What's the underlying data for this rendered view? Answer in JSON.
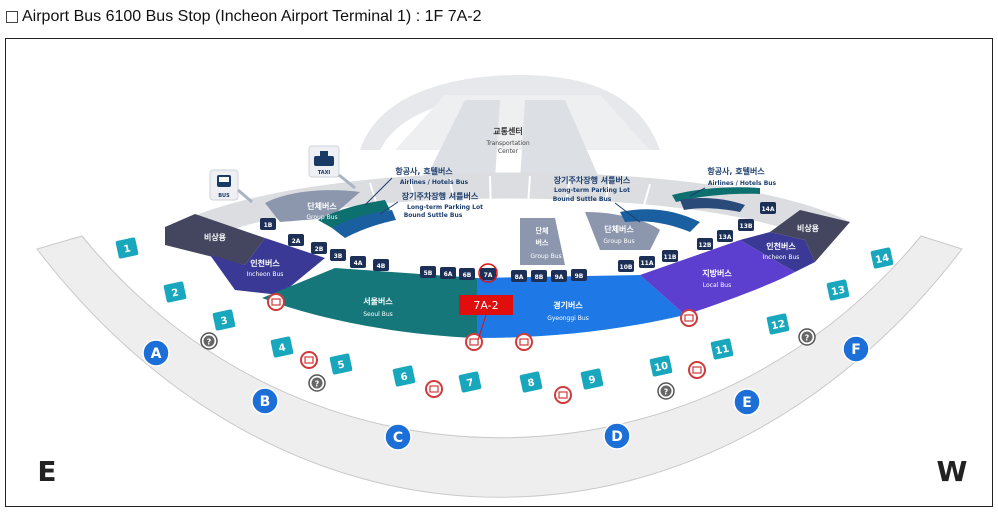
{
  "header": {
    "title": "Airport Bus 6100 Bus Stop (Incheon Airport Terminal 1) : 1F 7A-2"
  },
  "compass": {
    "left": "E",
    "right": "W"
  },
  "transport_center": {
    "ko": "교통센터",
    "en1": "Transportation",
    "en2": "Center"
  },
  "icons": {
    "bus_label": "BUS",
    "taxi_label": "TAXI"
  },
  "zones": {
    "emergency_left": "비상용",
    "emergency_right": "비상용",
    "incheon_left_ko": "인천버스",
    "incheon_left_en": "Incheon Bus",
    "incheon_right_ko": "인천버스",
    "incheon_right_en": "Incheon Bus",
    "seoul_ko": "서울버스",
    "seoul_en": "Seoul Bus",
    "gyeonggi_ko": "경기버스",
    "gyeonggi_en": "Gyeonggi Bus",
    "local_ko": "지방버스",
    "local_en": "Local Bus",
    "group_left_ko": "단체버스",
    "group_left_en": "Group Bus",
    "group_mid_ko1": "단체",
    "group_mid_ko2": "버스",
    "group_mid_en": "Group Bus",
    "group_right_ko": "단체버스",
    "group_right_en": "Group Bus"
  },
  "callouts": {
    "airline_left_ko": "항공사, 호텔버스",
    "airline_left_en": "Airlines / Hotels Bus",
    "parking_left_ko": "장기주차장행 셔틀버스",
    "parking_left_en1": "Long-term Parking Lot",
    "parking_left_en2": "Bound Suttle Bus",
    "parking_right_ko": "장기주차장행 셔틀버스",
    "parking_right_en1": "Long-term Parking Lot",
    "parking_right_en2": "Bound Suttle Bus",
    "airline_right_ko": "항공사, 호텔버스",
    "airline_right_en": "Airlines / Hotels Bus"
  },
  "stops": [
    "1B",
    "2A",
    "2B",
    "3B",
    "4A",
    "4B",
    "5B",
    "6A",
    "6B",
    "7A",
    "8A",
    "8B",
    "9A",
    "9B",
    "10B",
    "11A",
    "11B",
    "12B",
    "13A",
    "13B",
    "14A"
  ],
  "highlight": {
    "label": "7A-2",
    "color": "#e10e0e"
  },
  "exits": [
    "1",
    "2",
    "3",
    "4",
    "5",
    "6",
    "7",
    "8",
    "9",
    "10",
    "11",
    "12",
    "13",
    "14"
  ],
  "doors": [
    "A",
    "B",
    "C",
    "D",
    "E",
    "F"
  ],
  "colors": {
    "seoul": "#16777a",
    "gyeonggi": "#1e78e6",
    "local": "#5c3fcf",
    "incheon": "#3a3a96",
    "emergency": "#43465e",
    "exit_teal": "#19a7be",
    "door_blue": "#1c6fd6"
  }
}
